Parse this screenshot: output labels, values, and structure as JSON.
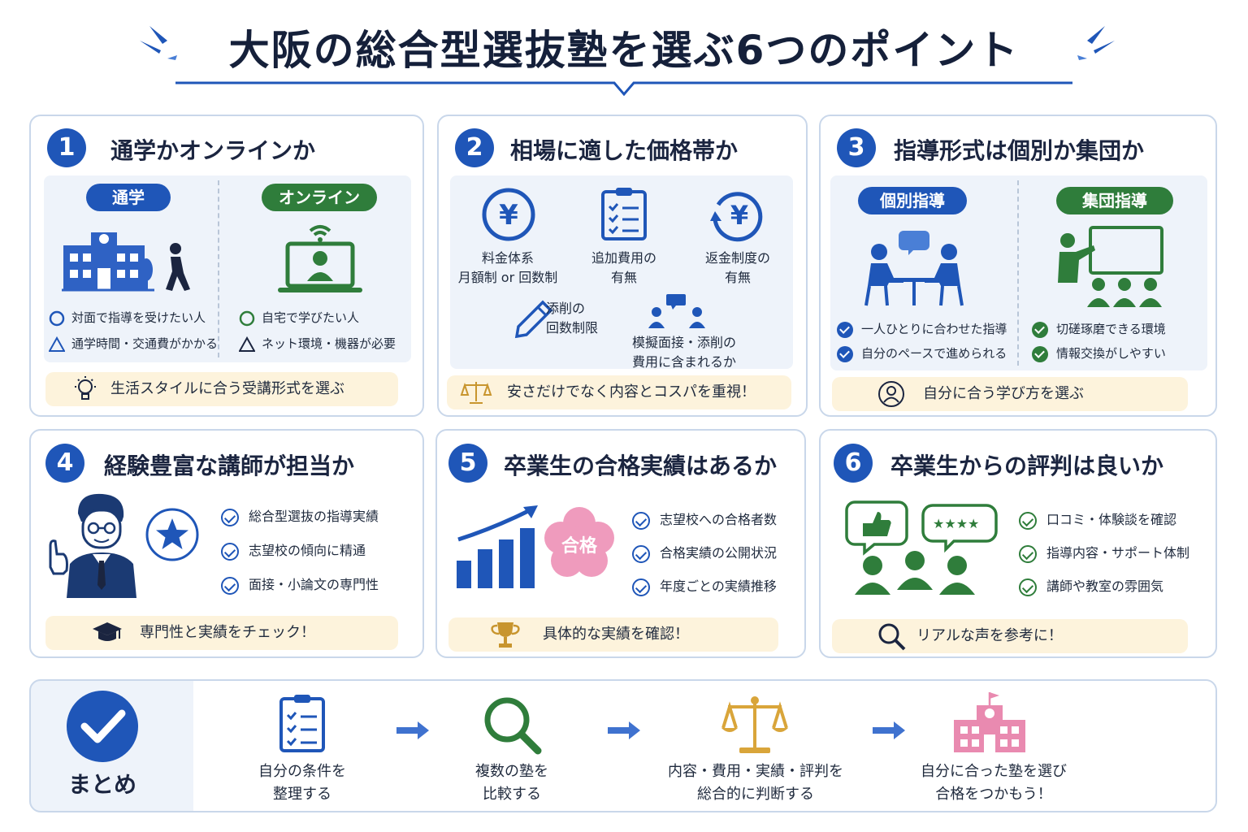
{
  "header": {
    "title": "大阪の総合型選抜塾を選ぶ6つのポイント"
  },
  "colors": {
    "primary": "#1f56b8",
    "green": "#2f7d3b",
    "highlight": "#fdf3dc",
    "panel": "#eef3fa",
    "pink": "#e98ab0",
    "gold": "#d9a53a"
  },
  "cards": [
    {
      "number": "1",
      "title": "通学かオンラインか",
      "left": {
        "label": "通学",
        "icon": "school-building-icon",
        "points": [
          {
            "mark": "○",
            "text": "対面で指導を受けたい人"
          },
          {
            "mark": "△",
            "text": "通学時間・交通費がかかる"
          }
        ]
      },
      "right": {
        "label": "オンライン",
        "icon": "laptop-video-icon",
        "points": [
          {
            "mark": "○",
            "text": "自宅で学びたい人"
          },
          {
            "mark": "△",
            "text": "ネット環境・機器が必要"
          }
        ]
      },
      "tip": {
        "icon": "lightbulb-icon",
        "text": "生活スタイルに合う受講形式を選ぶ"
      }
    },
    {
      "number": "2",
      "title": "相場に適した価格帯か",
      "items": [
        {
          "icon": "yen-circle-icon",
          "line1": "料金体系",
          "line2": "月額制 or 回数制"
        },
        {
          "icon": "clipboard-checklist-icon",
          "line1": "追加費用の",
          "line2": "有無"
        },
        {
          "icon": "yen-refund-icon",
          "line1": "返金制度の",
          "line2": "有無"
        },
        {
          "icon": "pencil-icon",
          "line1": "添削の",
          "line2": "回数制限"
        },
        {
          "icon": "interview-people-icon",
          "line1": "模擬面接・添削の",
          "line2": "費用に含まれるか"
        }
      ],
      "tip": {
        "icon": "balance-scale-icon",
        "text": "安さだけでなく内容とコスパを重視！"
      }
    },
    {
      "number": "3",
      "title": "指導形式は個別か集団か",
      "left": {
        "label": "個別指導",
        "icon": "one-on-one-icon",
        "points": [
          "一人ひとりに合わせた指導",
          "自分のペースで進められる"
        ]
      },
      "right": {
        "label": "集団指導",
        "icon": "group-class-icon",
        "points": [
          "切磋琢磨できる環境",
          "情報交換がしやすい"
        ]
      },
      "tip": {
        "icon": "user-circle-icon",
        "text": "自分に合う学び方を選ぶ"
      }
    },
    {
      "number": "4",
      "title": "経験豊富な講師が担当か",
      "points": [
        "総合型選抜の指導実績",
        "志望校の傾向に精通",
        "面接・小論文の専門性"
      ],
      "tip": {
        "icon": "graduation-cap-icon",
        "text": "専門性と実績をチェック！"
      }
    },
    {
      "number": "5",
      "title": "卒業生の合格実績はあるか",
      "badge": "合格",
      "points": [
        "志望校への合格者数",
        "合格実績の公開状況",
        "年度ごとの実績推移"
      ],
      "tip": {
        "icon": "trophy-icon",
        "text": "具体的な実績を確認！"
      }
    },
    {
      "number": "6",
      "title": "卒業生からの評判は良いか",
      "points": [
        "口コミ・体験談を確認",
        "指導内容・サポート体制",
        "講師や教室の雰囲気"
      ],
      "tip": {
        "icon": "magnifier-icon",
        "text": "リアルな声を参考に！"
      }
    }
  ],
  "summary": {
    "label": "まとめ",
    "steps": [
      {
        "icon": "clipboard-checklist-icon",
        "line1": "自分の条件を",
        "line2": "整理する"
      },
      {
        "icon": "magnifier-icon",
        "line1": "複数の塾を",
        "line2": "比較する"
      },
      {
        "icon": "balance-scale-icon",
        "line1": "内容・費用・実績・評判を",
        "line2": "総合的に判断する"
      },
      {
        "icon": "school-flag-icon",
        "line1": "自分に合った塾を選び",
        "line2": "合格をつかもう！"
      }
    ]
  }
}
